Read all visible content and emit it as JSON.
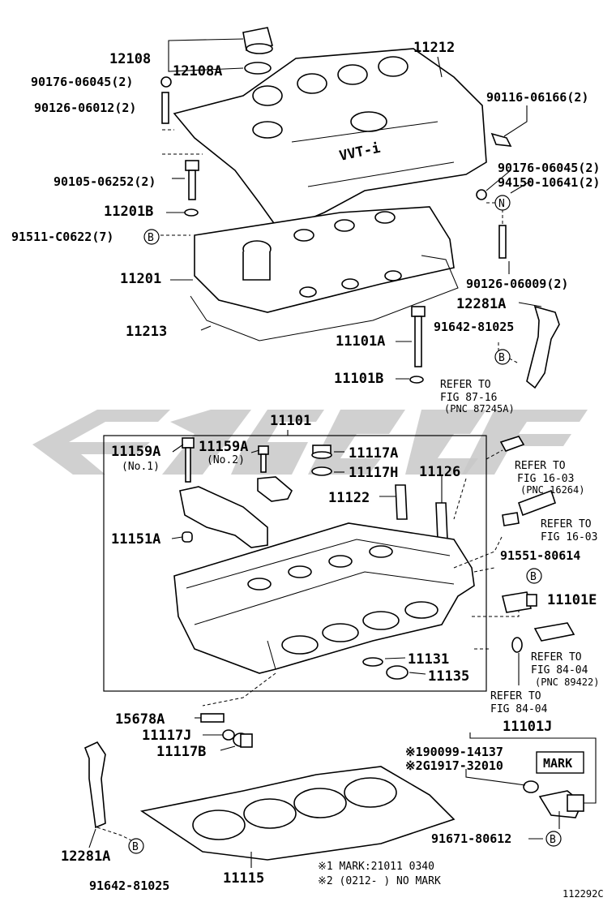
{
  "diagram_id": "112292C",
  "group_label": "11101",
  "callouts": {
    "p12108": "12108",
    "p12108A": "12108A",
    "p11212": "11212",
    "p90176_1": "90176-06045(2)",
    "p90126_1": "90126-06012(2)",
    "p90116": "90116-06166(2)",
    "p90105": "90105-06252(2)",
    "p90176_2": "90176-06045(2)",
    "p94150": "94150-10641(2)",
    "p11201B": "11201B",
    "p91511": "91511-C0622(7)",
    "p11201": "11201",
    "p90126_2": "90126-06009(2)",
    "p12281A_top": "12281A",
    "p11213": "11213",
    "p91642_top": "91642-81025",
    "p11101A": "11101A",
    "p11101B": "11101B",
    "p11159A_1": "11159A",
    "p11159A_1_sub": "(No.1)",
    "p11159A_2": "11159A",
    "p11159A_2_sub": "(No.2)",
    "p11117A": "11117A",
    "p11117H": "11117H",
    "p11126": "11126",
    "p11122": "11122",
    "p11151A": "11151A",
    "p91551": "91551-80614",
    "p11101E": "11101E",
    "p11131": "11131",
    "p11135": "11135",
    "p15678A": "15678A",
    "p11117J": "11117J",
    "p11117B": "11117B",
    "p11101J": "11101J",
    "p90099": "※190099-14137",
    "p91917": "※2G1917-32010",
    "p12281A_bot": "12281A",
    "p91642_bot": "91642-81025",
    "p91671": "91671-80612",
    "p11115": "11115"
  },
  "refer_notes": {
    "fig87": [
      "REFER TO",
      "FIG 87-16",
      "(PNC 87245A)"
    ],
    "fig16a": [
      "REFER TO",
      "FIG 16-03",
      "(PNC 16264)"
    ],
    "fig16b": [
      "REFER TO",
      "FIG 16-03"
    ],
    "fig84a": [
      "REFER TO",
      "FIG 84-04",
      "(PNC 89422)"
    ],
    "fig84b": [
      "REFER TO",
      "FIG 84-04"
    ]
  },
  "symbols": {
    "b": "B",
    "n": "N"
  },
  "mark_box": "MARK",
  "engraving": {
    "vvti": "VVT-i"
  },
  "footnotes": {
    "n1": "※1 MARK:21011 0340",
    "n2": "※2 (0212-     ) NO MARK"
  },
  "colors": {
    "ink": "#000000",
    "watermark": "#c8c8c8",
    "paper": "#ffffff"
  }
}
